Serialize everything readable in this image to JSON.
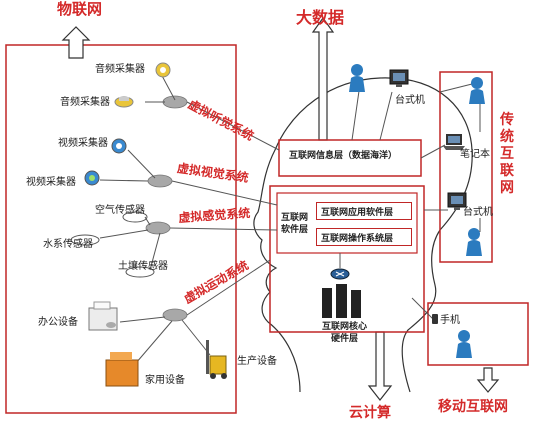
{
  "titles": {
    "iot": "物联网",
    "big_data": "大数据",
    "cloud": "云计算",
    "traditional_internet": "传统互联网",
    "mobile_internet": "移动互联网"
  },
  "devices": {
    "audio1": "音频采集器",
    "audio2": "音频采集器",
    "video1": "视频采集器",
    "video2": "视频采集器",
    "air": "空气传感器",
    "water": "水系传感器",
    "soil": "土壤传感器",
    "office": "办公设备",
    "home": "家用设备",
    "production": "生产设备"
  },
  "senses": {
    "hearing": "虚拟听觉系统",
    "vision": "虚拟视觉系统",
    "touch": "虚拟感觉系统",
    "motion": "虚拟运动系统"
  },
  "brain": {
    "info_layer": "互联网信息层（数据海洋）",
    "software_layer": "互联网\n软件层",
    "app_layer": "互联网应用软件层",
    "os_layer": "互联网操作系统层",
    "core_hw": "互联网核心\n硬件层"
  },
  "terminals": {
    "desktop1": "台式机",
    "laptop": "笔记本",
    "desktop2": "台式机",
    "phone": "手机"
  },
  "colors": {
    "accent_red": "#d42a2a",
    "box_red": "#c02626",
    "node_gray": "#a8a8a8"
  }
}
